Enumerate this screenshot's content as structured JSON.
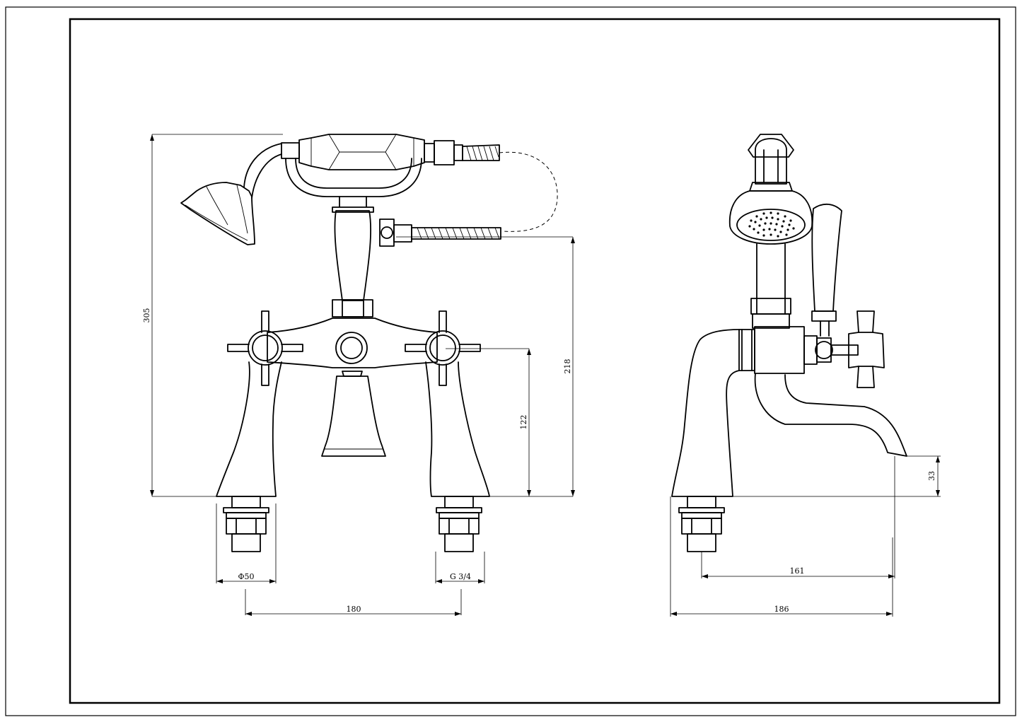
{
  "dimensions": {
    "overall_height": "305",
    "inlet_to_spout_height": "218",
    "valve_center_height": "122",
    "base_diameter": "Φ50",
    "thread_size": "G 3/4",
    "center_distance": "180",
    "spout_reach": "161",
    "overall_depth": "186",
    "spout_clearance": "33"
  }
}
